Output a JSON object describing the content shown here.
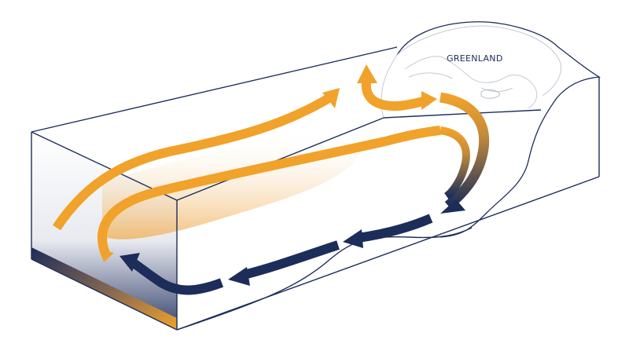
{
  "labels": {
    "greenland": "GREENLAND"
  },
  "colors": {
    "warm_current": "#f0a22a",
    "cold_current": "#1c2d5a",
    "box_outline": "#1c2d5a",
    "land_outline": "#b9bfca",
    "label_text": "#1c2d5a"
  },
  "currents": {
    "warm": "surface-warm-current",
    "cold": "deep-cold-current"
  }
}
